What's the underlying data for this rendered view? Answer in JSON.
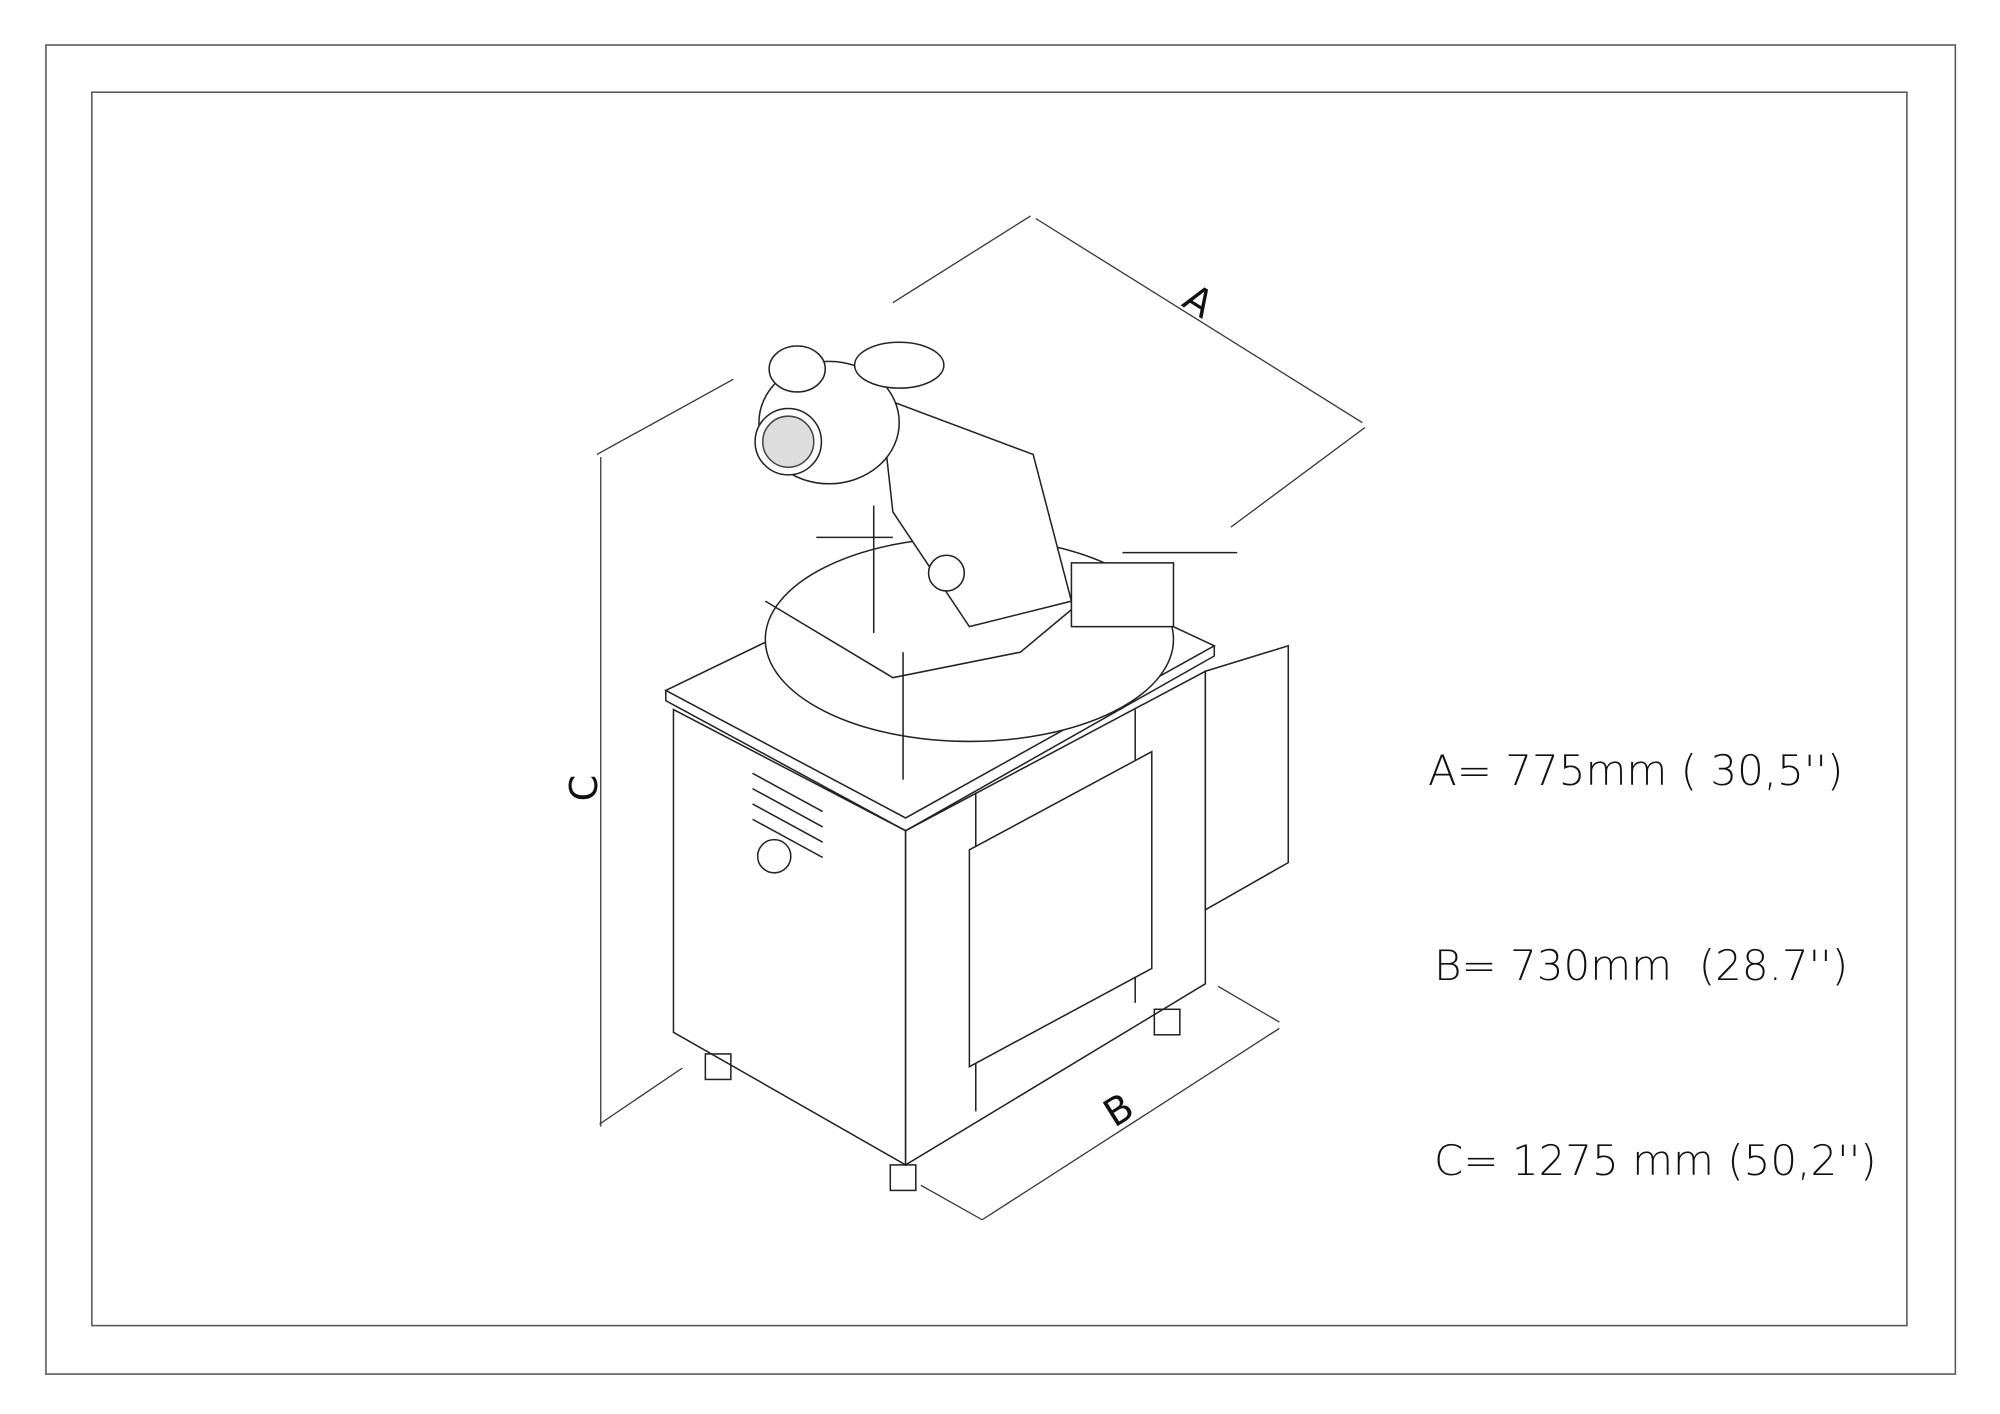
{
  "drawing": {
    "dimension_labels": {
      "a": "A",
      "b": "B",
      "c": "C"
    },
    "dimensions": [
      "A= 775mm ( 30,5'')",
      "B= 730mm  (28.7'')",
      "C= 1275 mm (50,2'')"
    ]
  }
}
